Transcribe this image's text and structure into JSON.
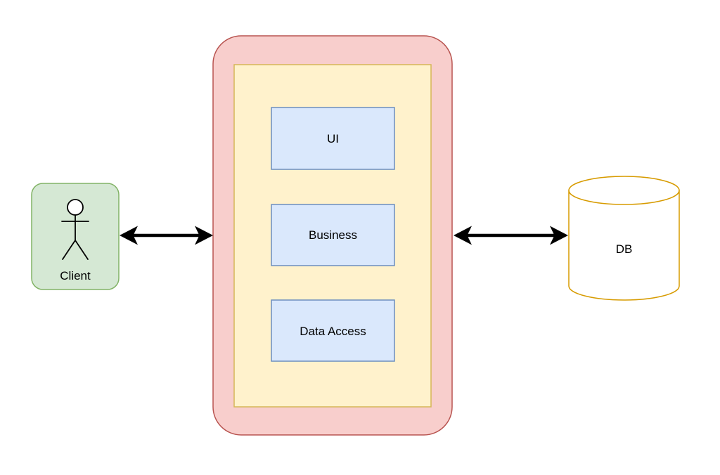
{
  "canvas": {
    "background_color": "#ffffff"
  },
  "diagram": {
    "client": {
      "label": "Client",
      "icon": "person-actor-icon",
      "fill": "#d5e8d4",
      "stroke": "#82b366"
    },
    "app_container": {
      "fill": "#f8cecc",
      "stroke": "#b85450"
    },
    "inner_panel": {
      "fill": "#fff2cc",
      "stroke": "#d6b656"
    },
    "layers": [
      {
        "label": "UI",
        "fill": "#dae8fc",
        "stroke": "#6c8ebf"
      },
      {
        "label": "Business",
        "fill": "#dae8fc",
        "stroke": "#6c8ebf"
      },
      {
        "label": "Data Access",
        "fill": "#dae8fc",
        "stroke": "#6c8ebf"
      }
    ],
    "database": {
      "label": "DB",
      "fill": "#ffe6cc",
      "stroke": "#d79b00"
    },
    "connectors": [
      {
        "from": "Client",
        "to": "app-container",
        "style": "double-headed-arrow",
        "color": "#000000"
      },
      {
        "from": "app-container",
        "to": "DB",
        "style": "double-headed-arrow",
        "color": "#000000"
      }
    ]
  }
}
